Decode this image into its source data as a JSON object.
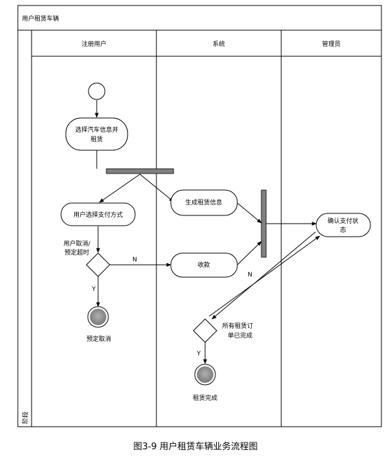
{
  "diagram": {
    "title": "用户租赁车辆",
    "side_label": "阶段",
    "lanes": [
      "注册用户",
      "系统",
      "管理员"
    ],
    "nodes": {
      "select_car": [
        "选择汽车信息并",
        "租赁"
      ],
      "pay_method": "用户选择支付方式",
      "cancel_label": [
        "用户取消/",
        "预定超时"
      ],
      "reserve_cancel": "预定取消",
      "gen_lease": "生成租赁信息",
      "collect": "收款",
      "confirm_pay": [
        "确认支付状",
        "态"
      ],
      "all_done_label": [
        "所有租赁订",
        "单已完成"
      ],
      "lease_done": "租赁完成"
    },
    "edge_labels": {
      "n_to_collect": "N",
      "y_cancel": "Y",
      "n_back": "N",
      "y_done": "Y"
    }
  },
  "caption": "图3-9  用户租赁车辆业务流程图"
}
